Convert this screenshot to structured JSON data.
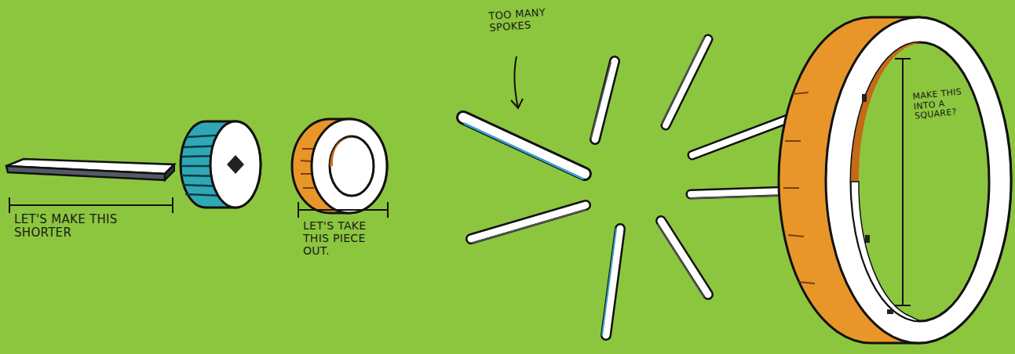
{
  "diagram": {
    "labels": [
      "LET'S MAKE THIS SHORTER",
      "LET'S TAKE THIS PIECE OUT.",
      "TOO MANY SPOKES",
      "MAKE THIS INTO A SQUARE?"
    ]
  }
}
